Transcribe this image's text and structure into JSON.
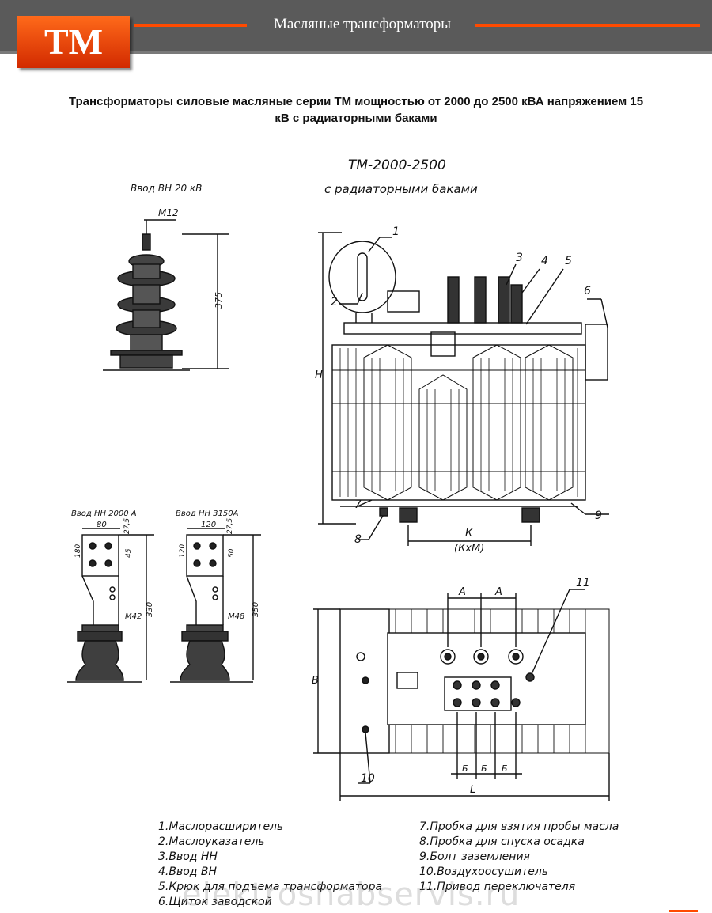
{
  "header": {
    "logo": "TM",
    "title": "Масляные трансформаторы"
  },
  "heading": {
    "line1": "Трансформаторы силовые масляные серии ТМ мощностью от 2000 до 2500 кВА  напряжением 15",
    "line2": "кВ с радиаторными баками"
  },
  "drawing": {
    "title": "ТМ-2000-2500",
    "subtitle": "с радиаторными баками",
    "hv_bushing": {
      "title": "Ввод ВН 20 кВ",
      "thread": "М12",
      "height": "375"
    },
    "lv_bushing_2000": {
      "title": "Ввод НН 2000 А",
      "width": "80",
      "d1": "27,5",
      "d2": "45",
      "h1": "180",
      "thread": "М42",
      "height": "330"
    },
    "lv_bushing_3150": {
      "title": "Ввод НН 3150А",
      "width": "120",
      "d1": "27,5",
      "d2": "50",
      "h1": "120",
      "thread": "М48",
      "height": "350"
    },
    "dims": {
      "H": "Н",
      "K": "К",
      "KxM": "(КхМ)",
      "A": "А",
      "B": "В",
      "L": "L",
      "b": "Б"
    },
    "callouts": [
      "1",
      "2",
      "3",
      "4",
      "5",
      "6",
      "7",
      "8",
      "9",
      "10",
      "11"
    ]
  },
  "legend": {
    "left": [
      "1.Маслорасширитель",
      "2.Маслоуказатель",
      "3.Ввод  НН",
      "4.Ввод  ВН",
      "5.Крюк для подъема трансформатора",
      "6.Щиток заводской"
    ],
    "right": [
      "7.Пробка для взятия пробы масла",
      "8.Пробка для спуска осадка",
      "9.Болт заземления",
      "10.Воздухоосушитель",
      "11.Привод переключателя"
    ]
  },
  "watermark": "elektroshabservis.ru"
}
